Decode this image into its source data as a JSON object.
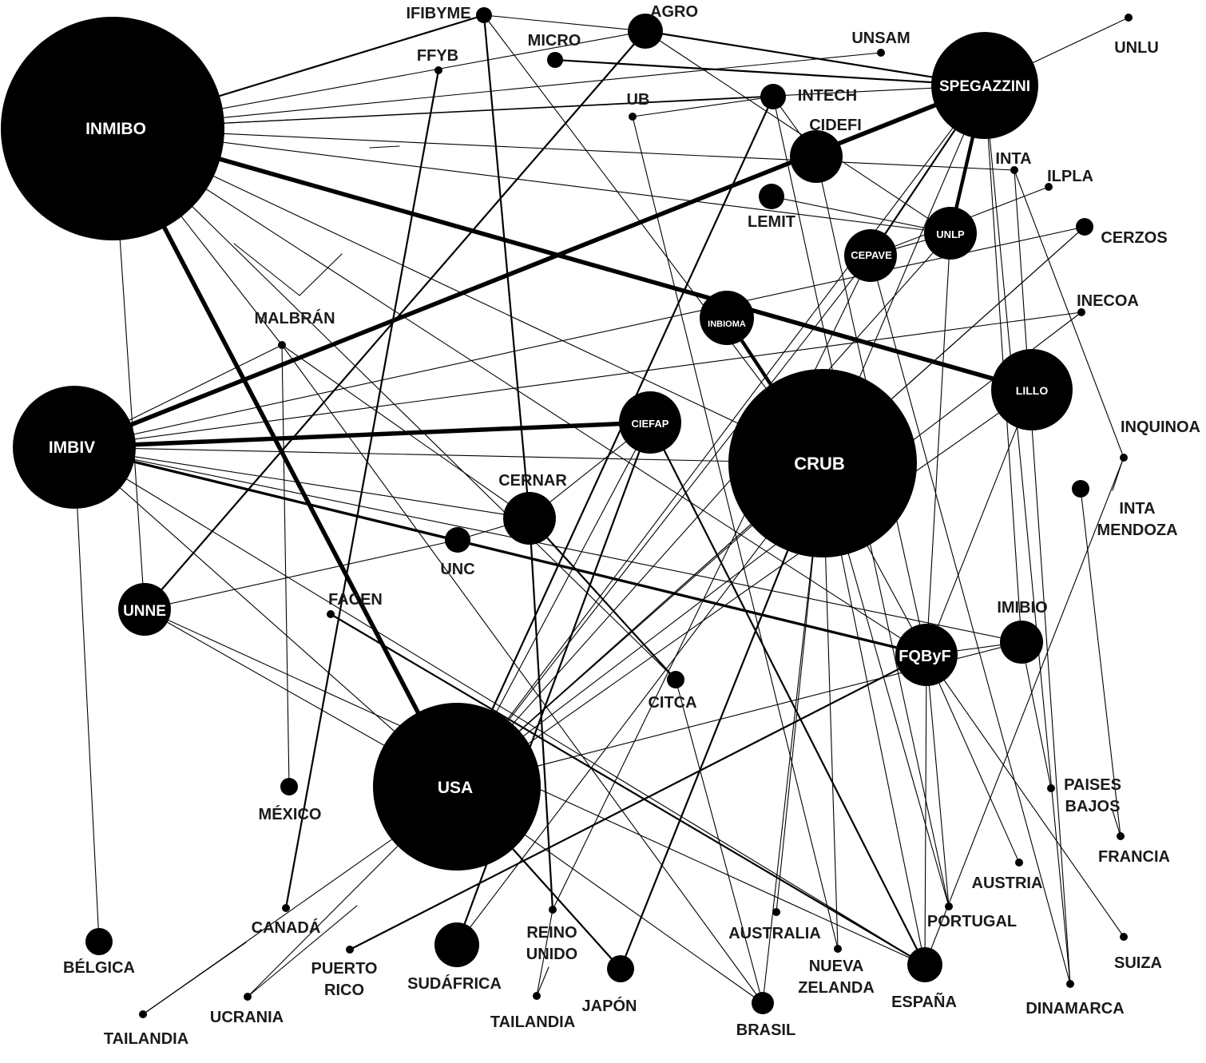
{
  "diagram": {
    "type": "collaboration-network",
    "nodes": [
      {
        "id": "INMIBO",
        "label": "INMIBO",
        "inside": true
      },
      {
        "id": "IMBIV",
        "label": "IMBIV",
        "inside": true
      },
      {
        "id": "USA",
        "label": "USA",
        "inside": true
      },
      {
        "id": "CRUB",
        "label": "CRUB",
        "inside": true
      },
      {
        "id": "SPEGAZZINI",
        "label": "SPEGAZZINI",
        "inside": true
      },
      {
        "id": "LILLO",
        "label": "LILLO",
        "inside": true
      },
      {
        "id": "FQByF",
        "label": "FQByF",
        "inside": true
      },
      {
        "id": "UNNE",
        "label": "UNNE",
        "inside": true
      },
      {
        "id": "CIEFAP",
        "label": "CIEFAP",
        "inside": true
      },
      {
        "id": "INBIOMA",
        "label": "INBIOMA",
        "inside": true
      },
      {
        "id": "CEPAVE",
        "label": "CEPAVE",
        "inside": true
      },
      {
        "id": "UNLP",
        "label": "UNLP",
        "inside": true
      },
      {
        "id": "CIDEFI",
        "label": "CIDEFI",
        "inside": false
      },
      {
        "id": "AGRO",
        "label": "AGRO",
        "inside": false
      },
      {
        "id": "IFIBYME",
        "label": "IFIBYME",
        "inside": false
      },
      {
        "id": "MICRO",
        "label": "MICRO",
        "inside": false
      },
      {
        "id": "FFYB",
        "label": "FFYB",
        "inside": false
      },
      {
        "id": "UNSAM",
        "label": "UNSAM",
        "inside": false
      },
      {
        "id": "UNLU",
        "label": "UNLU",
        "inside": false
      },
      {
        "id": "UB",
        "label": "UB",
        "inside": false
      },
      {
        "id": "INTECH",
        "label": "INTECH",
        "inside": false
      },
      {
        "id": "INTA",
        "label": "INTA",
        "inside": false
      },
      {
        "id": "ILPLA",
        "label": "ILPLA",
        "inside": false
      },
      {
        "id": "LEMIT",
        "label": "LEMIT",
        "inside": false
      },
      {
        "id": "CERZOS",
        "label": "CERZOS",
        "inside": false
      },
      {
        "id": "INECOA",
        "label": "INECOA",
        "inside": false
      },
      {
        "id": "MALBRAN",
        "label": "MALBRÁN",
        "inside": false
      },
      {
        "id": "INQUINOA",
        "label": "INQUINOA",
        "inside": false
      },
      {
        "id": "INTAMENDOZA",
        "label": "INTA\nMENDOZA",
        "inside": false
      },
      {
        "id": "CERNAR",
        "label": "CERNAR",
        "inside": false
      },
      {
        "id": "UNC",
        "label": "UNC",
        "inside": false
      },
      {
        "id": "FACEN",
        "label": "FACEN",
        "inside": false
      },
      {
        "id": "IMIBIO",
        "label": "IMIBIO",
        "inside": false
      },
      {
        "id": "CITCA",
        "label": "CITCA",
        "inside": false
      },
      {
        "id": "MEXICO",
        "label": "MÉXICO",
        "inside": false
      },
      {
        "id": "PAISESBAJOS",
        "label": "PAISES\nBAJOS",
        "inside": false
      },
      {
        "id": "FRANCIA",
        "label": "FRANCIA",
        "inside": false
      },
      {
        "id": "AUSTRIA",
        "label": "AUSTRIA",
        "inside": false
      },
      {
        "id": "PORTUGAL",
        "label": "PORTUGAL",
        "inside": false
      },
      {
        "id": "AUSTRALIA",
        "label": "AUSTRALIA",
        "inside": false
      },
      {
        "id": "CANADA",
        "label": "CANADÁ",
        "inside": false
      },
      {
        "id": "BELGICA",
        "label": "BÉLGICA",
        "inside": false
      },
      {
        "id": "PUERTORICO",
        "label": "PUERTO\nRICO",
        "inside": false
      },
      {
        "id": "SUDAFRICA",
        "label": "SUDÁFRICA",
        "inside": false
      },
      {
        "id": "REINOUNIDO",
        "label": "REINO\nUNIDO",
        "inside": false
      },
      {
        "id": "JAPON",
        "label": "JAPÓN",
        "inside": false
      },
      {
        "id": "NUEVAZELANDA",
        "label": "NUEVA\nZELANDA",
        "inside": false
      },
      {
        "id": "ESPANA",
        "label": "ESPAÑA",
        "inside": false
      },
      {
        "id": "SUIZA",
        "label": "SUIZA",
        "inside": false
      },
      {
        "id": "DINAMARCA",
        "label": "DINAMARCA",
        "inside": false
      },
      {
        "id": "BRASIL",
        "label": "BRASIL",
        "inside": false
      },
      {
        "id": "TAILANDIA1",
        "label": "TAILANDIA",
        "inside": false
      },
      {
        "id": "UCRANIA",
        "label": "UCRANIA",
        "inside": false
      },
      {
        "id": "TAILANDIA2",
        "label": "TAILANDIA",
        "inside": false
      }
    ],
    "edges": [
      {
        "source": "INMIBO",
        "target": "LILLO",
        "weight": 5
      },
      {
        "source": "INMIBO",
        "target": "USA",
        "weight": 5
      },
      {
        "source": "INMIBO",
        "target": "IFIBYME",
        "weight": 2
      },
      {
        "source": "INMIBO",
        "target": "UNSAM",
        "weight": 1
      },
      {
        "source": "INMIBO",
        "target": "INTECH",
        "weight": 1
      },
      {
        "source": "INMIBO",
        "target": "SPEGAZZINI",
        "weight": 1
      },
      {
        "source": "INMIBO",
        "target": "INTA",
        "weight": 1
      },
      {
        "source": "INMIBO",
        "target": "UNLP",
        "weight": 1
      },
      {
        "source": "INMIBO",
        "target": "MALBRAN",
        "weight": 1
      },
      {
        "source": "INMIBO",
        "target": "AGRO",
        "weight": 1
      },
      {
        "source": "INMIBO",
        "target": "CRUB",
        "weight": 1
      },
      {
        "source": "INMIBO",
        "target": "CITCA",
        "weight": 1
      },
      {
        "source": "INMIBO",
        "target": "UNNE",
        "weight": 1
      },
      {
        "source": "INMIBO",
        "target": "FQByF",
        "weight": 1
      },
      {
        "source": "IMBIV",
        "target": "CIEFAP",
        "weight": 5
      },
      {
        "source": "IMBIV",
        "target": "SPEGAZZINI",
        "weight": 5
      },
      {
        "source": "IMBIV",
        "target": "FQByF",
        "weight": 3
      },
      {
        "source": "IMBIV",
        "target": "CERNAR",
        "weight": 1
      },
      {
        "source": "IMBIV",
        "target": "BELGICA",
        "weight": 1
      },
      {
        "source": "IMBIV",
        "target": "INECOA",
        "weight": 1
      },
      {
        "source": "IMBIV",
        "target": "USA",
        "weight": 1
      },
      {
        "source": "IMBIV",
        "target": "IMIBIO",
        "weight": 1
      },
      {
        "source": "IMBIV",
        "target": "CRUB",
        "weight": 1
      },
      {
        "source": "IMBIV",
        "target": "ESPANA",
        "weight": 1
      },
      {
        "source": "IMBIV",
        "target": "MALBRAN",
        "weight": 1
      },
      {
        "source": "IMBIV",
        "target": "CERZOS",
        "weight": 1
      },
      {
        "source": "IMBIV",
        "target": "UNC",
        "weight": 1
      },
      {
        "source": "SPEGAZZINI",
        "target": "AGRO",
        "weight": 2
      },
      {
        "source": "SPEGAZZINI",
        "target": "MICRO",
        "weight": 2
      },
      {
        "source": "SPEGAZZINI",
        "target": "UNLP",
        "weight": 4
      },
      {
        "source": "SPEGAZZINI",
        "target": "CEPAVE",
        "weight": 2
      },
      {
        "source": "SPEGAZZINI",
        "target": "UNLU",
        "weight": 1
      },
      {
        "source": "SPEGAZZINI",
        "target": "IMIBIO",
        "weight": 1
      },
      {
        "source": "SPEGAZZINI",
        "target": "DINAMARCA",
        "weight": 1
      },
      {
        "source": "SPEGAZZINI",
        "target": "USA",
        "weight": 1
      },
      {
        "source": "SPEGAZZINI",
        "target": "CRUB",
        "weight": 1
      },
      {
        "source": "INBIOMA",
        "target": "CRUB",
        "weight": 4
      },
      {
        "source": "CRUB",
        "target": "JAPON",
        "weight": 2
      },
      {
        "source": "CRUB",
        "target": "ESPANA",
        "weight": 1
      },
      {
        "source": "CRUB",
        "target": "AUSTRALIA",
        "weight": 1
      },
      {
        "source": "CRUB",
        "target": "NUEVAZELANDA",
        "weight": 1
      },
      {
        "source": "CRUB",
        "target": "PORTUGAL",
        "weight": 1
      },
      {
        "source": "CRUB",
        "target": "BRASIL",
        "weight": 1
      },
      {
        "source": "CRUB",
        "target": "FQByF",
        "weight": 1
      },
      {
        "source": "CRUB",
        "target": "USA",
        "weight": 1
      },
      {
        "source": "CRUB",
        "target": "SUDAFRICA",
        "weight": 1
      },
      {
        "source": "CIEFAP",
        "target": "ESPANA",
        "weight": 2
      },
      {
        "source": "CIEFAP",
        "target": "SUDAFRICA",
        "weight": 2
      },
      {
        "source": "CIEFAP",
        "target": "USA",
        "weight": 1
      },
      {
        "source": "CIEFAP",
        "target": "CERNAR",
        "weight": 1
      },
      {
        "source": "CERNAR",
        "target": "CITCA",
        "weight": 2
      },
      {
        "source": "CERNAR",
        "target": "REINOUNIDO",
        "weight": 2
      },
      {
        "source": "CERNAR",
        "target": "UNC",
        "weight": 1
      },
      {
        "source": "FQByF",
        "target": "IMIBIO",
        "weight": 1
      },
      {
        "source": "FQByF",
        "target": "PUERTORICO",
        "weight": 2
      },
      {
        "source": "FQByF",
        "target": "SUIZA",
        "weight": 1
      },
      {
        "source": "FQByF",
        "target": "AUSTRIA",
        "weight": 1
      },
      {
        "source": "FQByF",
        "target": "ESPANA",
        "weight": 1
      },
      {
        "source": "FQByF",
        "target": "PORTUGAL",
        "weight": 1
      },
      {
        "source": "USA",
        "target": "JAPON",
        "weight": 2
      },
      {
        "source": "USA",
        "target": "UNNE",
        "weight": 1
      },
      {
        "source": "USA",
        "target": "INTECH",
        "weight": 2
      },
      {
        "source": "USA",
        "target": "CEPAVE",
        "weight": 1
      },
      {
        "source": "USA",
        "target": "CERZOS",
        "weight": 1
      },
      {
        "source": "USA",
        "target": "INECOA",
        "weight": 1
      },
      {
        "source": "USA",
        "target": "UNLP",
        "weight": 1
      },
      {
        "source": "USA",
        "target": "IMIBIO",
        "weight": 1
      },
      {
        "source": "USA",
        "target": "UCRANIA",
        "weight": 1
      },
      {
        "source": "USA",
        "target": "BRASIL",
        "weight": 1
      },
      {
        "source": "FACEN",
        "target": "ESPANA",
        "weight": 2
      },
      {
        "source": "FFYB",
        "target": "CANADA",
        "weight": 2
      },
      {
        "source": "IFIBYME",
        "target": "CERNAR",
        "weight": 2
      },
      {
        "source": "IFIBYME",
        "target": "CRUB",
        "weight": 1
      },
      {
        "source": "IFIBYME",
        "target": "AGRO",
        "weight": 1
      },
      {
        "source": "AGRO",
        "target": "UNNE",
        "weight": 2
      },
      {
        "source": "AGRO",
        "target": "UNLP",
        "weight": 1
      },
      {
        "source": "UB",
        "target": "NUEVAZELANDA",
        "weight": 1
      },
      {
        "source": "INTECH",
        "target": "PORTUGAL",
        "weight": 1
      },
      {
        "source": "INTECH",
        "target": "UB",
        "weight": 1
      },
      {
        "source": "CIDEFI",
        "target": "FQByF",
        "weight": 1
      },
      {
        "source": "CIDEFI",
        "target": "INTECH",
        "weight": 1
      },
      {
        "source": "INTA",
        "target": "INQUINOA",
        "weight": 1
      },
      {
        "source": "INTA",
        "target": "DINAMARCA",
        "weight": 1
      },
      {
        "source": "ILPLA",
        "target": "CEPAVE",
        "weight": 1
      },
      {
        "source": "CEPAVE",
        "target": "UNLP",
        "weight": 1
      },
      {
        "source": "CEPAVE",
        "target": "DINAMARCA",
        "weight": 1
      },
      {
        "source": "CEPAVE",
        "target": "REINOUNIDO",
        "weight": 1
      },
      {
        "source": "UNLP",
        "target": "LEMIT",
        "weight": 1
      },
      {
        "source": "UNLP",
        "target": "FQByF",
        "weight": 1
      },
      {
        "source": "LILLO",
        "target": "FQByF",
        "weight": 1
      },
      {
        "source": "LILLO",
        "target": "TAILANDIA1",
        "weight": 1
      },
      {
        "source": "INQUINOA",
        "target": "ESPANA",
        "weight": 1
      },
      {
        "source": "INTAMENDOZA",
        "target": "FRANCIA",
        "weight": 1
      },
      {
        "source": "MALBRAN",
        "target": "MEXICO",
        "weight": 1
      },
      {
        "source": "MALBRAN",
        "target": "CERNAR",
        "weight": 1
      },
      {
        "source": "MALBRAN",
        "target": "BRASIL",
        "weight": 1
      },
      {
        "source": "UNC",
        "target": "UNNE",
        "weight": 1
      },
      {
        "source": "IMIBIO",
        "target": "PAISESBAJOS",
        "weight": 1
      },
      {
        "source": "CITCA",
        "target": "BRASIL",
        "weight": 1
      },
      {
        "source": "REINOUNIDO",
        "target": "TAILANDIA2",
        "weight": 1
      },
      {
        "source": "CERZOS",
        "target": "USA",
        "weight": 1
      },
      {
        "source": "UNNE",
        "target": "ESPANA",
        "weight": 1
      }
    ]
  }
}
